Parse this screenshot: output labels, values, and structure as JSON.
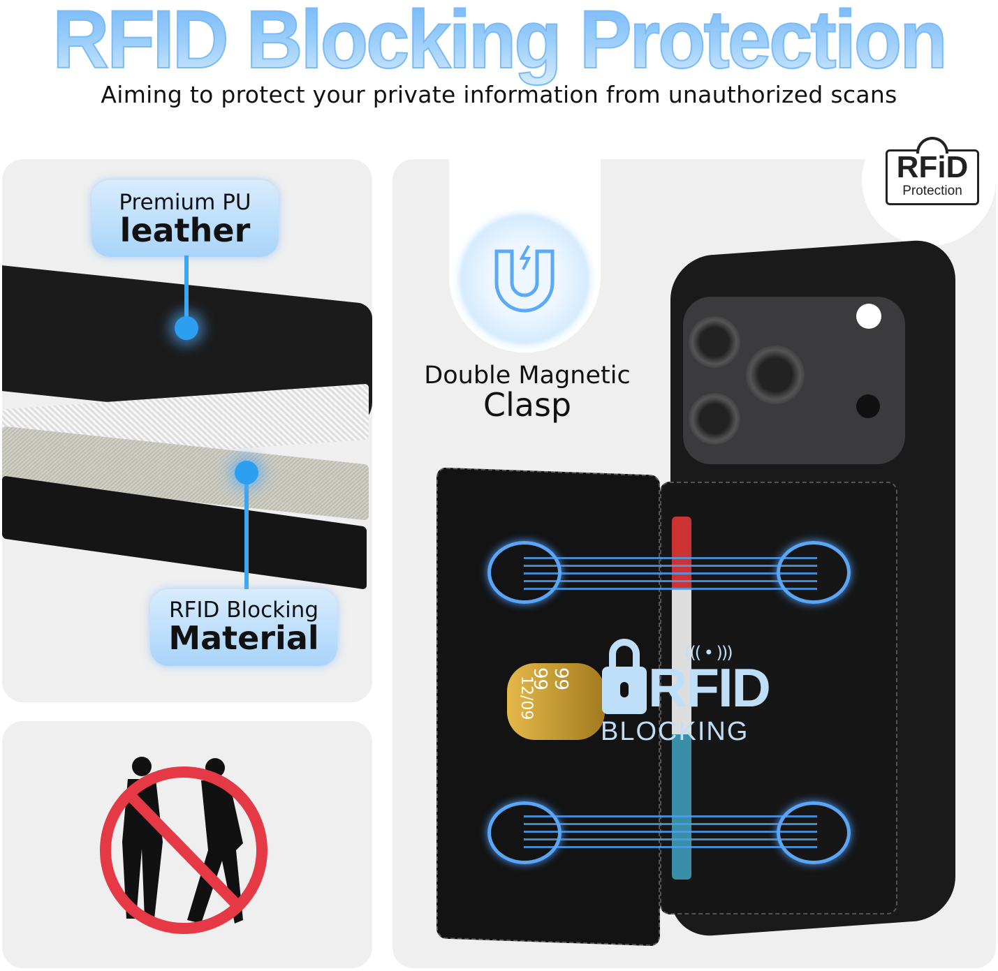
{
  "header": {
    "title": "RFID Blocking Protection",
    "subtitle": "Aiming to protect your private information from unauthorized scans"
  },
  "layers_panel": {
    "top_label_line1": "Premium PU",
    "top_label_line2": "leather",
    "bottom_label_line1": "RFID Blocking",
    "bottom_label_line2": "Material"
  },
  "clasp": {
    "line1": "Double Magnetic",
    "line2": "Clasp",
    "icon": "magnet-icon"
  },
  "badge": {
    "big": "RFiD",
    "small": "Protection",
    "icon": "wifi-signal-icon"
  },
  "overlay": {
    "big": "RFID",
    "small": "BLOCKING",
    "icon": "padlock-icon"
  },
  "card": {
    "date": "12/09",
    "digits": "99 99"
  },
  "colors": {
    "accent": "#3ba7f2",
    "title_gradient_top": "#6fb4f7",
    "prohibit": "#e63946",
    "panel": "#efefef"
  }
}
